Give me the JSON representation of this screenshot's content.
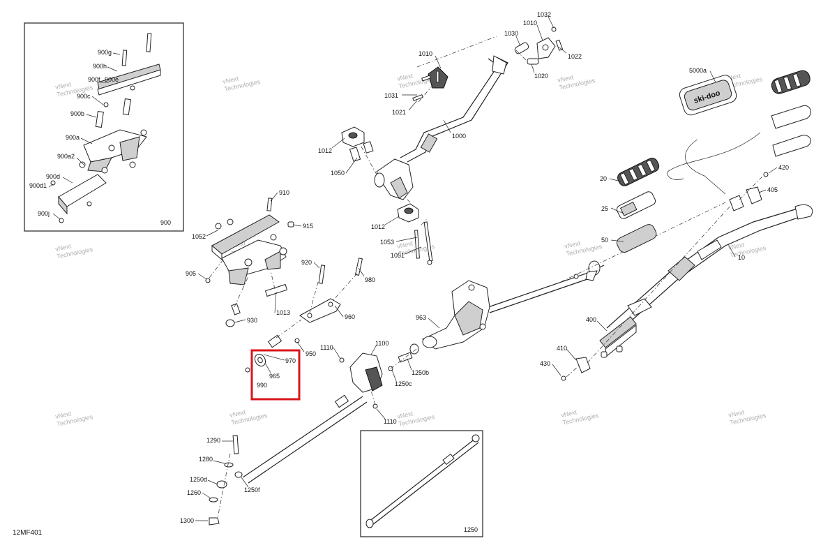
{
  "diagram": {
    "code": "12MF401",
    "inset_labels": {
      "left": "900",
      "bottom": "1250"
    },
    "watermark_line1": "vNext",
    "watermark_line2": "Technologies",
    "brand_text": "ski-doo",
    "highlight_color": "#d9151b",
    "part_labels": [
      "900g",
      "900h",
      "900f",
      "900e",
      "900c",
      "900b",
      "900a",
      "900a2",
      "900d",
      "900d1",
      "900j",
      "1032",
      "1030",
      "1010",
      "1022",
      "1010",
      "1020",
      "1031",
      "1021",
      "1000",
      "1012",
      "1050",
      "1012",
      "1053",
      "1051",
      "910",
      "915",
      "1052",
      "905",
      "1013",
      "930",
      "920",
      "980",
      "960",
      "950",
      "970",
      "965",
      "990",
      "1110",
      "1100",
      "1250c",
      "1250b",
      "1110",
      "963",
      "5000a",
      "20",
      "25",
      "50",
      "420",
      "405",
      "10",
      "400",
      "410",
      "430",
      "1290",
      "1280",
      "1250d",
      "1260",
      "1300",
      "1250f"
    ]
  }
}
